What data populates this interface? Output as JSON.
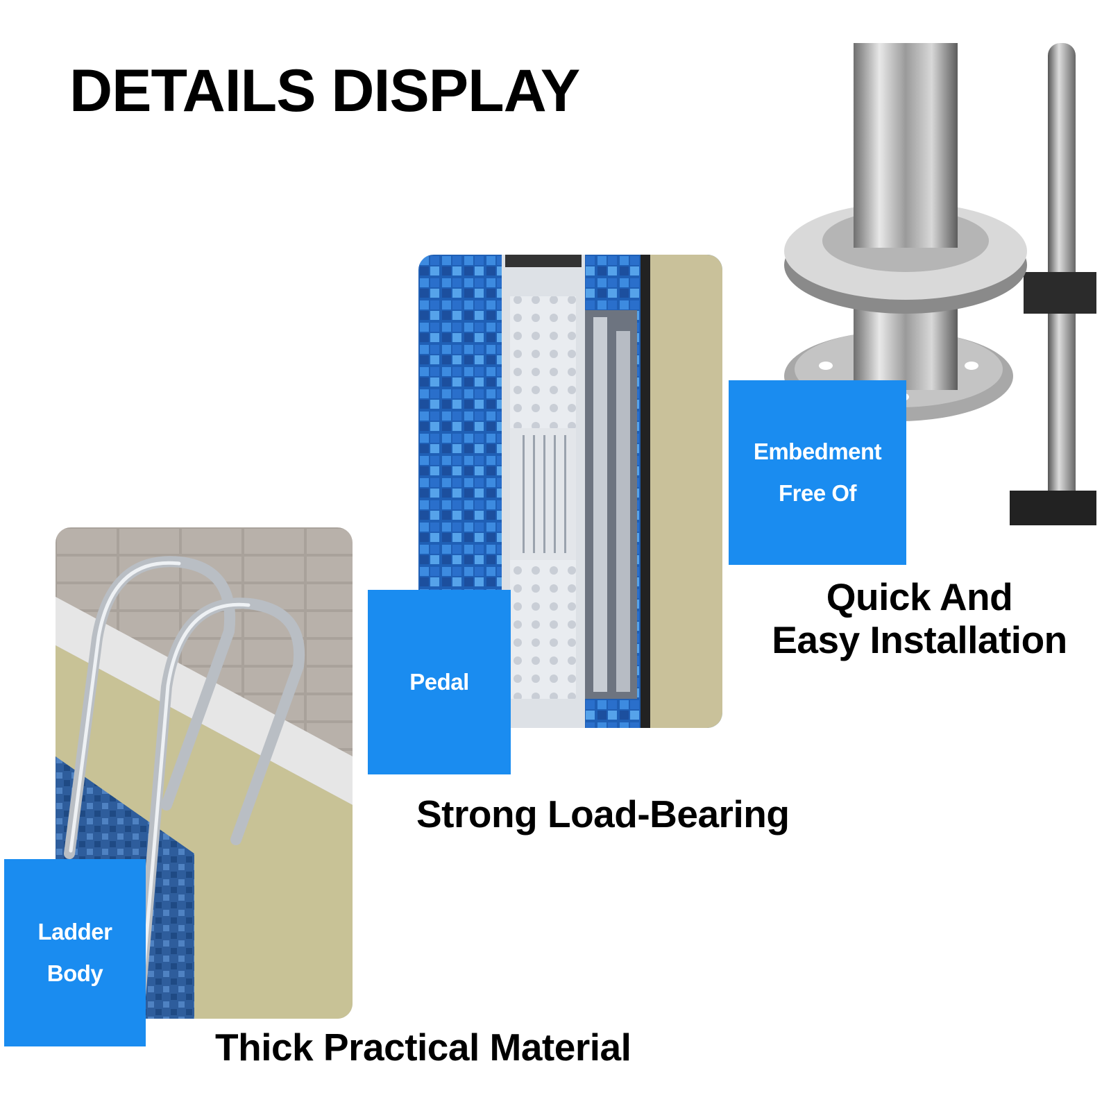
{
  "title": "DETAILS DISPLAY",
  "colors": {
    "badge": "#1a8cf0",
    "text": "#000000",
    "background": "#ffffff"
  },
  "panels": [
    {
      "id": "installation",
      "badge_lines": [
        "Embedment",
        "Free Of"
      ],
      "caption_lines": [
        "Quick And",
        "Easy Installation"
      ],
      "photo": "stainless-flange-base-photo"
    },
    {
      "id": "pedal",
      "badge_lines": [
        "Pedal"
      ],
      "caption_lines": [
        "Strong Load-Bearing"
      ],
      "photo": "pool-ladder-step-pedal-photo"
    },
    {
      "id": "ladder",
      "badge_lines": [
        "Ladder",
        "Body"
      ],
      "caption_lines": [
        "Thick Practical Material"
      ],
      "photo": "pool-ladder-handrails-photo"
    }
  ]
}
